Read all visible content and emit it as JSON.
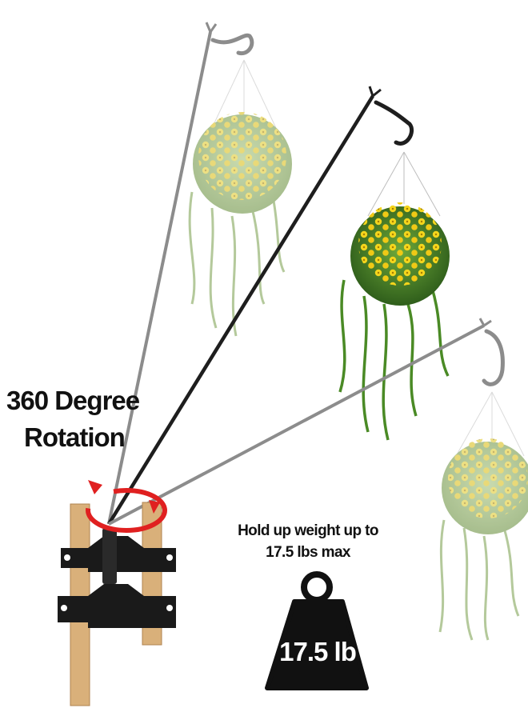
{
  "headline": {
    "line1": "360 Degree",
    "line2": "Rotation"
  },
  "capacity_text": {
    "line1": "Hold up weight up to",
    "line2": "17.5 lbs max"
  },
  "weight_label": "17.5 lb",
  "colors": {
    "pole_dark": "#1e1e1e",
    "pole_faded": "#8c8c8c",
    "wood_post": "#d9b07a",
    "bracket": "#1a1a1a",
    "rotation_arrow": "#e02020",
    "flower_yellow": "#f2d21a",
    "foliage_green": "#5b9a2e"
  }
}
